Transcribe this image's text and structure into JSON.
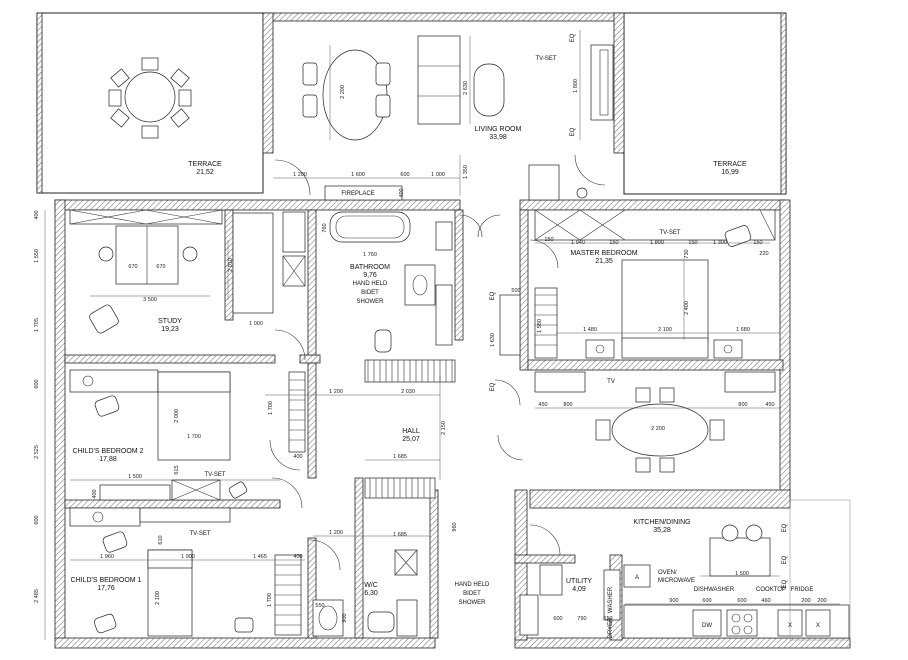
{
  "rooms": {
    "terrace_left": {
      "name": "TERRACE",
      "area": "21,52"
    },
    "living": {
      "name": "LIVING ROOM",
      "area": "33,98"
    },
    "terrace_right": {
      "name": "TERRACE",
      "area": "16,99"
    },
    "study": {
      "name": "STUDY",
      "area": "19,23"
    },
    "bathroom": {
      "name": "BATHROOM",
      "area": "9,76"
    },
    "master": {
      "name": "MASTER BEDROOM",
      "area": "21,35"
    },
    "child2": {
      "name": "CHILD'S BEDROOM 2",
      "area": "17,88"
    },
    "hall": {
      "name": "HALL",
      "area": "25,07"
    },
    "kitchen": {
      "name": "KITCHEN/DINING",
      "area": "35,28"
    },
    "child1": {
      "name": "CHILD'S BEDROOM 1",
      "area": "17,76"
    },
    "wc": {
      "name": "W/C",
      "area": "6,30"
    },
    "utility": {
      "name": "UTILITY",
      "area": "4,09"
    }
  },
  "labels": {
    "fireplace": "FIREPLACE",
    "tv_set": "TV-SET",
    "tv": "TV",
    "eq": "EQ",
    "hand_held": "HAND HELD",
    "bidet": "BIDET",
    "shower": "SHOWER",
    "oven": "OVEN/",
    "microwave": "MICROWAVE",
    "dishwasher": "DISHWASHER",
    "cooktop": "COOKTOP",
    "fridge": "FRIDGE",
    "dw": "DW",
    "washer": "WASHER",
    "dryer": "DRYER",
    "x": "X",
    "a": "A"
  },
  "dimensions": {
    "living_table": "2 200",
    "living_sofa": "2 630",
    "living_1350": "1 350",
    "living_1200": "1 200",
    "living_1600": "1 600",
    "living_600": "600",
    "living_1000": "1 000",
    "living_400": "400",
    "tv_1800": "1 800",
    "terrace_400": "400",
    "study_1550": "1 550",
    "study_670a": "670",
    "study_670b": "670",
    "study_3500": "3 500",
    "study_2010": "2 010",
    "study_1000": "1 000",
    "study_1705": "1 705",
    "bath_760": "760",
    "bath_1760": "1 760",
    "master_150a": "150",
    "master_1940": "1 940",
    "master_150b": "150",
    "master_1800": "1 800",
    "master_150c": "150",
    "master_1300": "1 300",
    "master_150d": "150",
    "master_220": "220",
    "master_730": "730",
    "master_500": "500",
    "master_1580": "1 580",
    "master_1630": "1 630",
    "master_1480": "1 480",
    "master_2100": "2 100",
    "master_1680": "1 680",
    "master_2400": "2 400",
    "c2_600": "600",
    "c2_2000": "2 000",
    "c2_1700": "1 700",
    "c2_1700v": "1 700",
    "c2_2525": "2 525",
    "hall_1200": "1 200",
    "hall_2030": "2 030",
    "hall_2150": "2 150",
    "hall_400": "400",
    "hall_1685a": "1 685",
    "hall_1685b": "1 685",
    "din_450a": "450",
    "din_800a": "800",
    "din_2200": "2 200",
    "din_800b": "800",
    "din_450b": "450",
    "c2_1500": "1 500",
    "c2_615": "615",
    "c2_610": "610",
    "c2_400": "400",
    "c1_600": "600",
    "c1_1960": "1 960",
    "c1_1900": "1 900",
    "c1_1465": "1 465",
    "c1_400": "400",
    "c1_2485": "2 485",
    "c1_1700": "1 700",
    "c1_2100": "2 100",
    "wc_1200": "1 200",
    "wc_900": "900",
    "wc_550": "550",
    "wc_960": "960",
    "ut_600": "600",
    "ut_790": "790",
    "ut_650": "650",
    "k_1500": "1 500",
    "k_900": "900",
    "k_600a": "600",
    "k_600b": "600",
    "k_460": "460",
    "k_200a": "200",
    "k_200b": "200"
  }
}
